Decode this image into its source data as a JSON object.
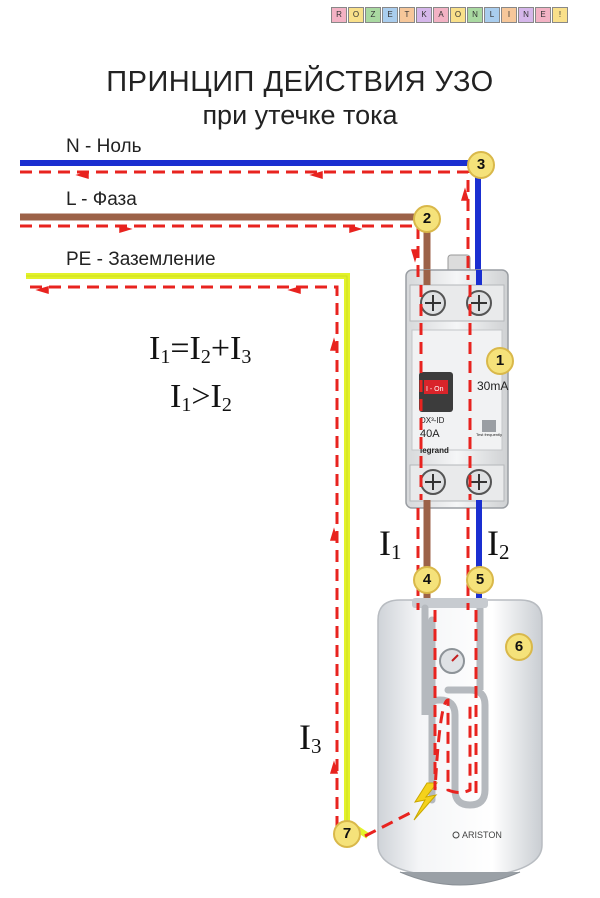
{
  "logo": {
    "letters": [
      "R",
      "O",
      "Z",
      "E",
      "T",
      "K",
      "A",
      "O",
      "N",
      "L",
      "I",
      "N",
      "E",
      "!"
    ],
    "colors": [
      "#f3b2c4",
      "#f9e08a",
      "#a9d9a1",
      "#a9cdee",
      "#f6c79a",
      "#d5b6ea",
      "#f3b2c4",
      "#f9e08a",
      "#a9d9a1",
      "#a9cdee",
      "#f6c79a",
      "#d5b6ea",
      "#f3b2c4",
      "#f9e08a"
    ]
  },
  "title": {
    "line1": "ПРИНЦИП ДЕЙСТВИЯ УЗО",
    "line2": "при утечке тока"
  },
  "wires": {
    "neutral_label": "N - Ноль",
    "phase_label": "L - Фаза",
    "earth_label": "PE - Заземление",
    "neutral_color": "#1a2fd1",
    "phase_color": "#9c6248",
    "earth_color": "#e3f22a",
    "leak_color": "#e8231f"
  },
  "formulas": {
    "f1": {
      "a": "I",
      "a_sub": "1",
      "eq": "=",
      "b": "I",
      "b_sub": "2",
      "plus": "+",
      "c": "I",
      "c_sub": "3"
    },
    "f2": {
      "a": "I",
      "a_sub": "1",
      "gt": ">",
      "b": "I",
      "b_sub": "2"
    }
  },
  "currents": {
    "i1": {
      "sym": "I",
      "sub": "1"
    },
    "i2": {
      "sym": "I",
      "sub": "2"
    },
    "i3": {
      "sym": "I",
      "sub": "3"
    }
  },
  "badges": [
    "1",
    "2",
    "3",
    "4",
    "5",
    "6",
    "7"
  ],
  "rcd": {
    "rating": "30mA",
    "model": "DX³-ID",
    "current": "40A",
    "brand": "legrand",
    "switch_on": "I - On",
    "test_text": "Test frequently"
  },
  "heater": {
    "brand": "ARISTON"
  }
}
